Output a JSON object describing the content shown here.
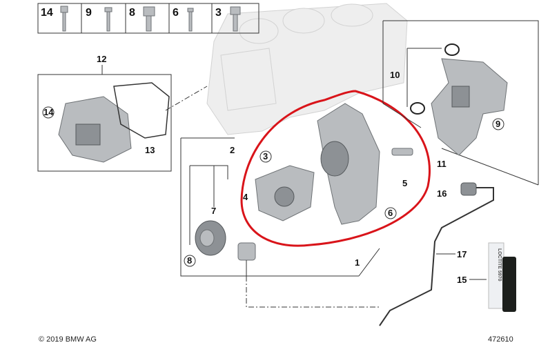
{
  "bolt_bar": [
    "14",
    "9",
    "8",
    "6",
    "3"
  ],
  "callouts": {
    "c12": "12",
    "c14": "14",
    "c13": "13",
    "c2": "2",
    "c3": "3",
    "c7": "7",
    "c4": "4",
    "c8": "8",
    "c1": "1",
    "c5": "5",
    "c6": "6",
    "c10": "10",
    "c9": "9",
    "c11": "11",
    "c16": "16",
    "c17": "17",
    "c15": "15"
  },
  "sealant_label": "LOCTITE 5970",
  "copyright": "© 2019 BMW AG",
  "diagram_number": "472610",
  "colors": {
    "highlight": "#d9141a",
    "line": "#333333",
    "part": "#b9bcbf"
  }
}
